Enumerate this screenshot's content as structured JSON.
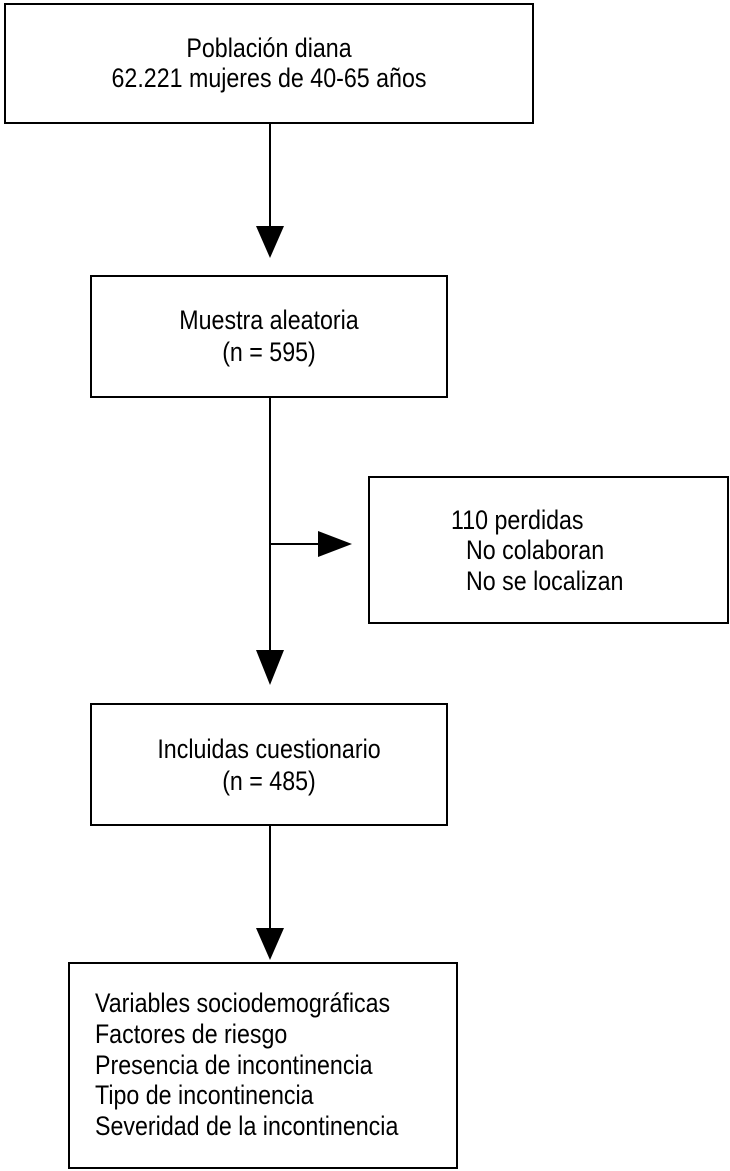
{
  "flowchart": {
    "population_box": {
      "lines": [
        "Población diana",
        "62.221 mujeres de 40-65 años"
      ]
    },
    "sample_box": {
      "lines": [
        "Muestra aleatoria",
        "(n = 595)"
      ]
    },
    "lost_box": {
      "lines": [
        "110 perdidas",
        "No colaboran",
        "No se localizan"
      ]
    },
    "included_box": {
      "lines": [
        "Incluidas cuestionario",
        "(n = 485)"
      ]
    },
    "variables_box": {
      "lines": [
        "Variables sociodemográficas",
        "Factores de riesgo",
        "Presencia de incontinencia",
        "Tipo de incontinencia",
        "Severidad de la incontinencia"
      ]
    }
  }
}
